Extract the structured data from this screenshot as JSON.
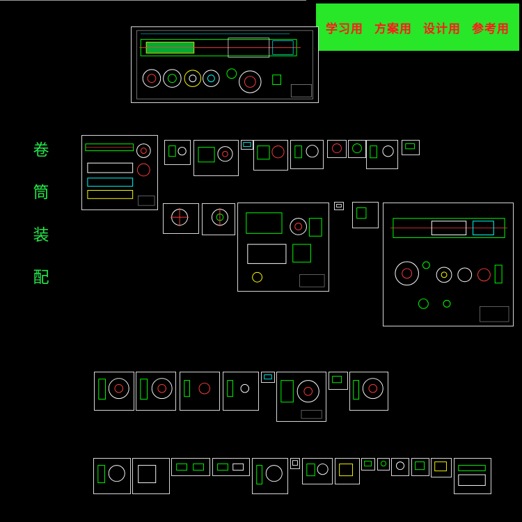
{
  "window": {
    "background": "#000000",
    "accent_green": "#28e628",
    "accent_red": "#ff1a1a"
  },
  "banner": {
    "items": [
      {
        "label": "学习用"
      },
      {
        "label": "方案用"
      },
      {
        "label": "设计用"
      },
      {
        "label": "参考用"
      }
    ]
  },
  "side_title": {
    "chars": [
      "卷",
      "筒",
      "装",
      "配"
    ]
  },
  "drawings": {
    "color_line": "#ffffff",
    "color_part": "#00ff00",
    "color_center": "#ff3b3b",
    "color_dim": "#00e5ff",
    "color_misc": "#ffff00"
  }
}
